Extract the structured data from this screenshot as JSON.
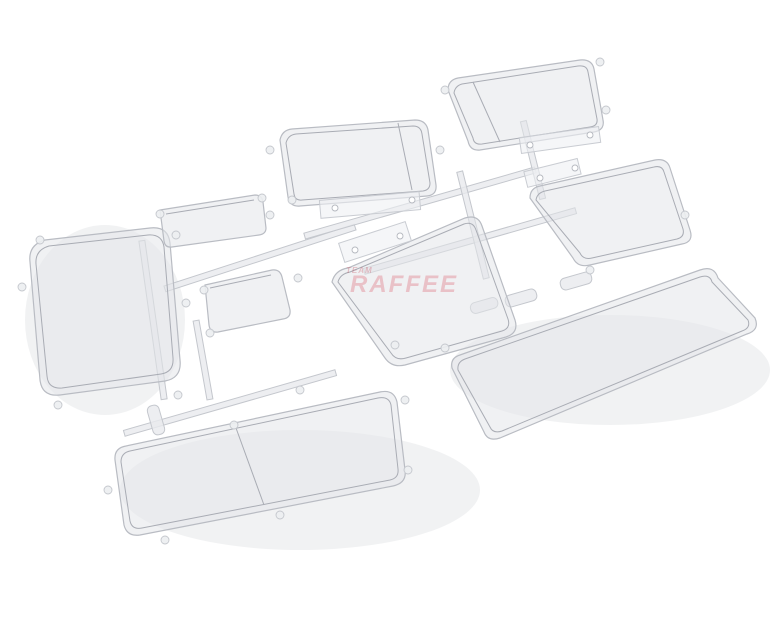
{
  "image": {
    "subject": "clear plastic window parts on sprue",
    "background_color": "#ffffff",
    "part_tint": "#e4e6ea",
    "edge_color": "#b9bcc3"
  },
  "watermark": {
    "small_text": "TEAM",
    "brand_text": "RAFFEE",
    "color": "#d8485a"
  },
  "parts": [
    {
      "name": "tall-rounded-window-left"
    },
    {
      "name": "small-bar-lens-top-left"
    },
    {
      "name": "small-square-lens-center-left"
    },
    {
      "name": "rectangular-window-top-center"
    },
    {
      "name": "rectangular-window-top-right"
    },
    {
      "name": "trapezoid-window-center"
    },
    {
      "name": "trapezoid-window-right"
    },
    {
      "name": "long-window-bottom-right"
    },
    {
      "name": "split-window-bottom-left"
    }
  ]
}
